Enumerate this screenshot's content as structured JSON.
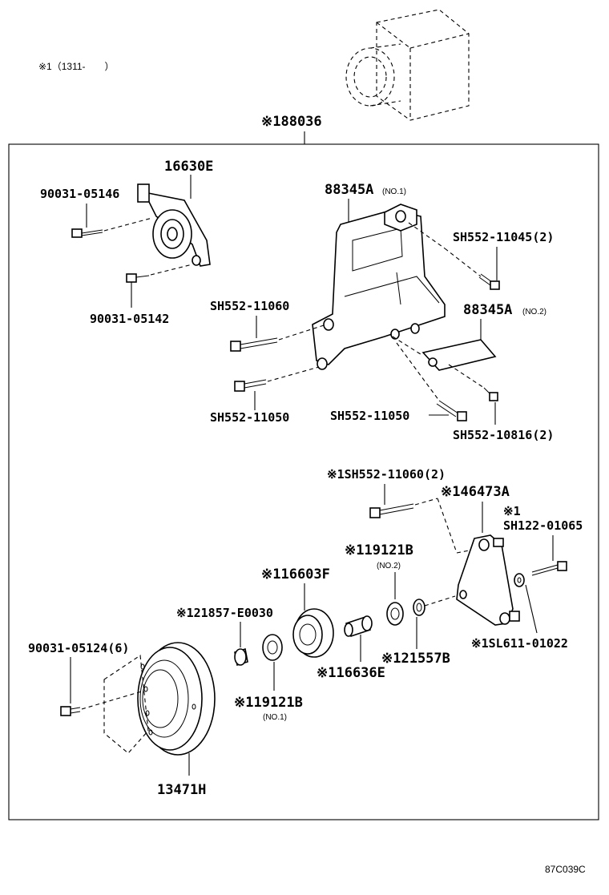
{
  "header": {
    "note": "※1（1311-　　）"
  },
  "assembly": {
    "label": "※188036"
  },
  "parts": {
    "p16630E": "16630E",
    "p90031_05146": "90031-05146",
    "p90031_05142": "90031-05142",
    "p88345A_no1": "88345A",
    "p88345A_no1_note": "(NO.1)",
    "pSH552_11045": "SH552-11045(2)",
    "pSH552_11060": "SH552-11060",
    "p88345A_no2": "88345A",
    "p88345A_no2_note": "(NO.2)",
    "pSH552_11050_left": "SH552-11050",
    "pSH552_11050_mid": "SH552-11050",
    "pSH552_10816": "SH552-10816(2)",
    "pSH552_11060_2": "※1SH552-11060(2)",
    "p46473A": "※146473A",
    "pSH122_mark": "※1",
    "pSH122_01065": "SH122-01065",
    "p19121B_no2": "※119121B",
    "p19121B_no2_note": "(NO.2)",
    "p16603F": "※116603F",
    "p21857": "※121857-E0030",
    "p90031_05124": "90031-05124(6)",
    "p16636E": "※116636E",
    "p21557B": "※121557B",
    "pSL611_01022": "※1SL611-01022",
    "p19121B_no1": "※119121B",
    "p19121B_no1_note": "(NO.1)",
    "p13471H": "13471H"
  },
  "footer": {
    "code": "87C039C"
  }
}
